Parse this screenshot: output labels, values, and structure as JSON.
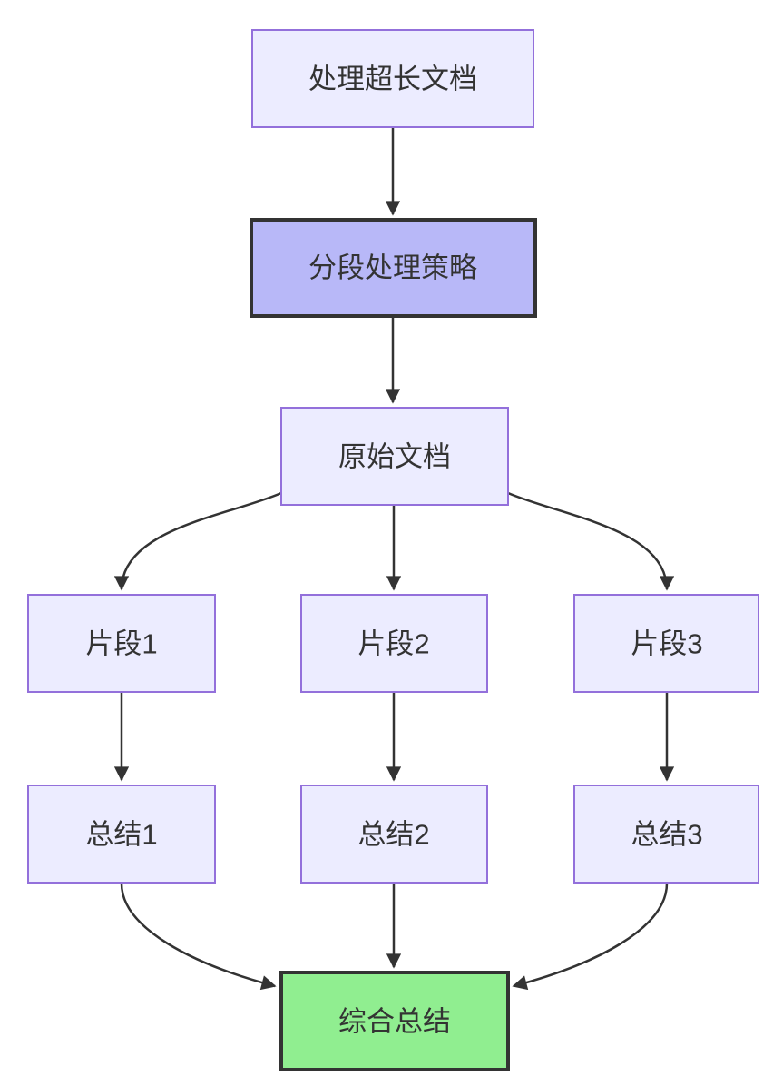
{
  "colors": {
    "background": "#FFFFFF",
    "node_fill": "#ECECFF",
    "node_border": "#9370DB",
    "emphasis_fill": "#B8B8F8",
    "emphasis_border": "#333333",
    "result_fill": "#90EE90",
    "result_border": "#333333",
    "edge": "#333333",
    "text": "#333333"
  },
  "diagram": {
    "type": "flowchart",
    "direction": "top-down",
    "nodes": {
      "root": {
        "label": "处理超长文档",
        "style": "default"
      },
      "strategy": {
        "label": "分段处理策略",
        "style": "emphasis"
      },
      "doc": {
        "label": "原始文档",
        "style": "default"
      },
      "seg1": {
        "label": "片段1",
        "style": "default"
      },
      "seg2": {
        "label": "片段2",
        "style": "default"
      },
      "seg3": {
        "label": "片段3",
        "style": "default"
      },
      "sum1": {
        "label": "总结1",
        "style": "default"
      },
      "sum2": {
        "label": "总结2",
        "style": "default"
      },
      "sum3": {
        "label": "总结3",
        "style": "default"
      },
      "final": {
        "label": "综合总结",
        "style": "result"
      }
    },
    "edges": [
      {
        "from": "root",
        "to": "strategy"
      },
      {
        "from": "strategy",
        "to": "doc"
      },
      {
        "from": "doc",
        "to": "seg1"
      },
      {
        "from": "doc",
        "to": "seg2"
      },
      {
        "from": "doc",
        "to": "seg3"
      },
      {
        "from": "seg1",
        "to": "sum1"
      },
      {
        "from": "seg2",
        "to": "sum2"
      },
      {
        "from": "seg3",
        "to": "sum3"
      },
      {
        "from": "sum1",
        "to": "final"
      },
      {
        "from": "sum2",
        "to": "final"
      },
      {
        "from": "sum3",
        "to": "final"
      }
    ]
  }
}
